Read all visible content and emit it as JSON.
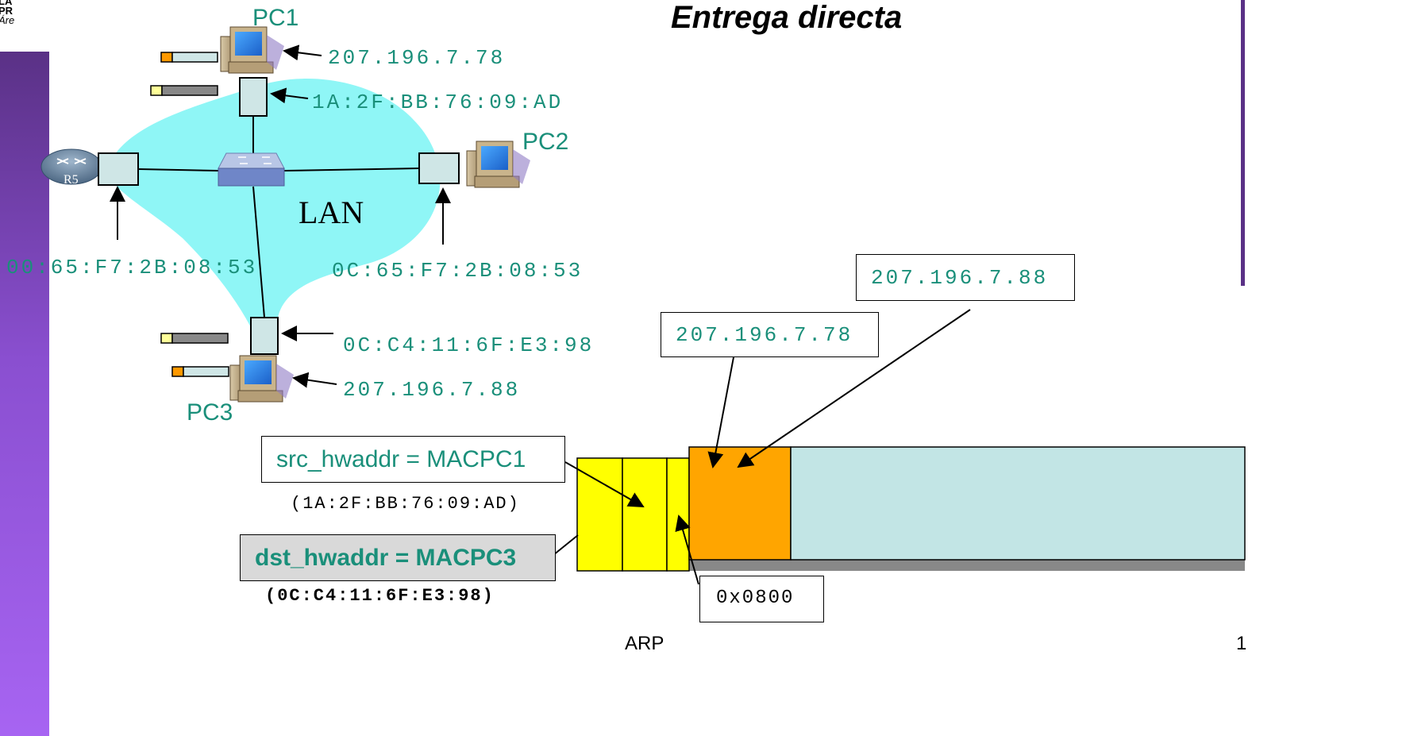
{
  "header": {
    "corner_line1": "LA",
    "corner_line2": "PR",
    "corner_line3": "Áre",
    "title": "Entrega directa"
  },
  "nodes": {
    "pc1": {
      "label": "PC1",
      "ip": "207.196.7.78",
      "mac": "1A:2F:BB:76:09:AD"
    },
    "pc2": {
      "label": "PC2",
      "mac": "0C:65:F7:2B:08:53"
    },
    "pc3": {
      "label": "PC3",
      "ip": "207.196.7.88",
      "mac": "0C:C4:11:6F:E3:98"
    },
    "router": {
      "label": "R5",
      "mac": "00:65:F7:2B:08:53"
    },
    "lan_label": "LAN"
  },
  "frame": {
    "dst_ip": "207.196.7.88",
    "src_ip": "207.196.7.78",
    "src_hwaddr": "src_hwaddr = MACPC1",
    "src_hwaddr_value": "(1A:2F:BB:76:09:AD)",
    "dst_hwaddr": "dst_hwaddr = MACPC3",
    "dst_hwaddr_value": "(0C:C4:11:6F:E3:98)",
    "ethertype": "0x0800"
  },
  "footer": {
    "slide_name": "ARP",
    "page_number": "1"
  },
  "colors": {
    "teal_text": "#1a8f7a",
    "lan_cloud": "#8ff6f6",
    "eth_header": "#ffff00",
    "ip_header": "#ffa500",
    "payload": "#c2e5e5",
    "sidebar": "#7b46be"
  }
}
